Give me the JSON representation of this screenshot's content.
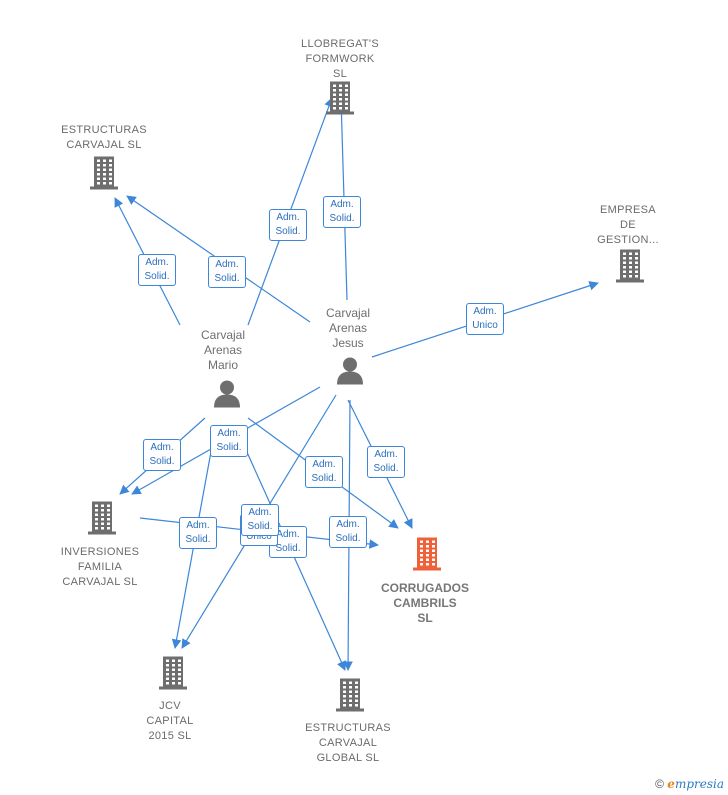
{
  "colors": {
    "edge": "#3d86d8",
    "building": "#6e6e6e",
    "building_focus": "#f0613a",
    "person": "#6e6e6e"
  },
  "nodes": [
    {
      "id": "llobregat",
      "type": "company",
      "label": "LLOBREGAT'S\nFORMWORK\nSL",
      "icon": "building-icon"
    },
    {
      "id": "estructuras_carvajal",
      "type": "company",
      "label": "ESTRUCTURAS\nCARVAJAL SL",
      "icon": "building-icon"
    },
    {
      "id": "empresa_gestion",
      "type": "company",
      "label": "EMPRESA\nDE\nGESTION...",
      "icon": "building-icon"
    },
    {
      "id": "mario",
      "type": "person",
      "label": "Carvajal\nArenas\nMario",
      "icon": "person-icon"
    },
    {
      "id": "jesus",
      "type": "person",
      "label": "Carvajal\nArenas\nJesus",
      "icon": "person-icon"
    },
    {
      "id": "inversiones",
      "type": "company",
      "label": "INVERSIONES\nFAMILIA\nCARVAJAL  SL",
      "icon": "building-icon"
    },
    {
      "id": "corrugados",
      "type": "focus",
      "label": "CORRUGADOS\nCAMBRILS\nSL",
      "icon": "building-icon"
    },
    {
      "id": "jcv",
      "type": "company",
      "label": "JCV\nCAPITAL\n2015  SL",
      "icon": "building-icon"
    },
    {
      "id": "estructuras_global",
      "type": "company",
      "label": "ESTRUCTURAS\nCARVAJAL\nGLOBAL  SL",
      "icon": "building-icon"
    }
  ],
  "edge_labels": [
    {
      "from": "mario",
      "to": "llobregat",
      "label": "Adm.\nSolid."
    },
    {
      "from": "jesus",
      "to": "llobregat",
      "label": "Adm.\nSolid."
    },
    {
      "from": "mario",
      "to": "estructuras_carvajal",
      "label": "Adm.\nSolid."
    },
    {
      "from": "jesus",
      "to": "estructuras_carvajal",
      "label": "Adm.\nSolid."
    },
    {
      "from": "jesus",
      "to": "empresa_gestion",
      "label": "Adm.\nUnico"
    },
    {
      "from": "jesus",
      "to": "inversiones",
      "label": "Adm.\nSolid."
    },
    {
      "from": "mario",
      "to": "inversiones",
      "label": "Adm.\nSolid."
    },
    {
      "from": "mario",
      "to": "corrugados",
      "label": "Adm.\nSolid."
    },
    {
      "from": "jesus",
      "to": "corrugados",
      "label": "Adm.\nSolid."
    },
    {
      "from": "mario",
      "to": "jcv",
      "label": "Adm.\nSolid."
    },
    {
      "from": "jesus",
      "to": "jcv",
      "label": "Adm.\nSolid."
    },
    {
      "from": "inversiones",
      "to": "corrugados",
      "label": "Socio\nÚnico"
    },
    {
      "from": "mario",
      "to": "estructuras_global",
      "label": "Adm.\nSolid."
    },
    {
      "from": "jesus",
      "to": "estructuras_global",
      "label": "Adm.\nSolid."
    }
  ],
  "footer": {
    "copyright": "©",
    "brand_e": "e",
    "brand_rest": "mpresia"
  }
}
